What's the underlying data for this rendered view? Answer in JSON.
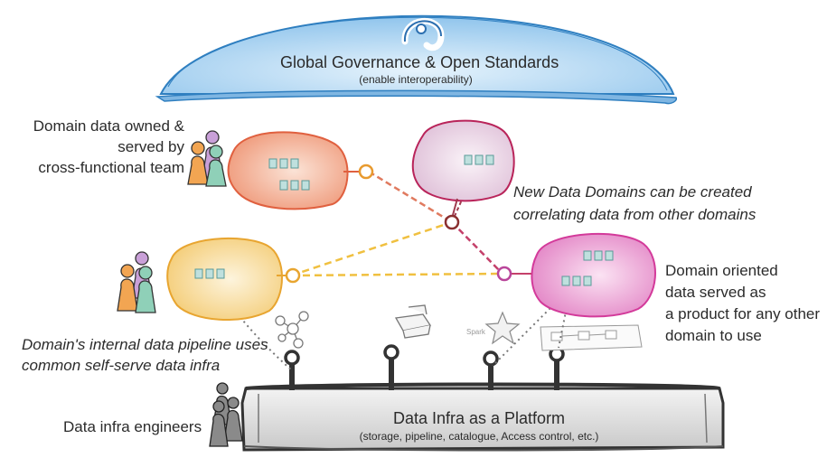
{
  "governance": {
    "title": "Global Governance & Open Standards",
    "subtitle": "(enable interoperability)"
  },
  "platform": {
    "title": "Data Infra as a Platform",
    "subtitle": "(storage, pipeline, catalogue, Access control, etc.)"
  },
  "labels": {
    "domain_team": [
      "Domain data owned &",
      "served by",
      "cross-functional team"
    ],
    "new_domains": [
      "New Data Domains can be created",
      "correlating data from other domains"
    ],
    "domain_product": [
      "Domain oriented",
      "data served as",
      "a product for any other",
      " domain to use"
    ],
    "pipeline": [
      "Domain's internal data pipeline uses",
      "common self-serve data infra"
    ],
    "infra_engineers": "Data infra engineers",
    "sketch_word": "Spark"
  },
  "colors": {
    "governance": "#8fc4ec",
    "domain_orange": "#f2a285",
    "domain_yellow": "#f6d68a",
    "domain_purple": "#e8d2e2",
    "domain_pink": "#e89ad0",
    "platform": "#d9d9d9"
  }
}
